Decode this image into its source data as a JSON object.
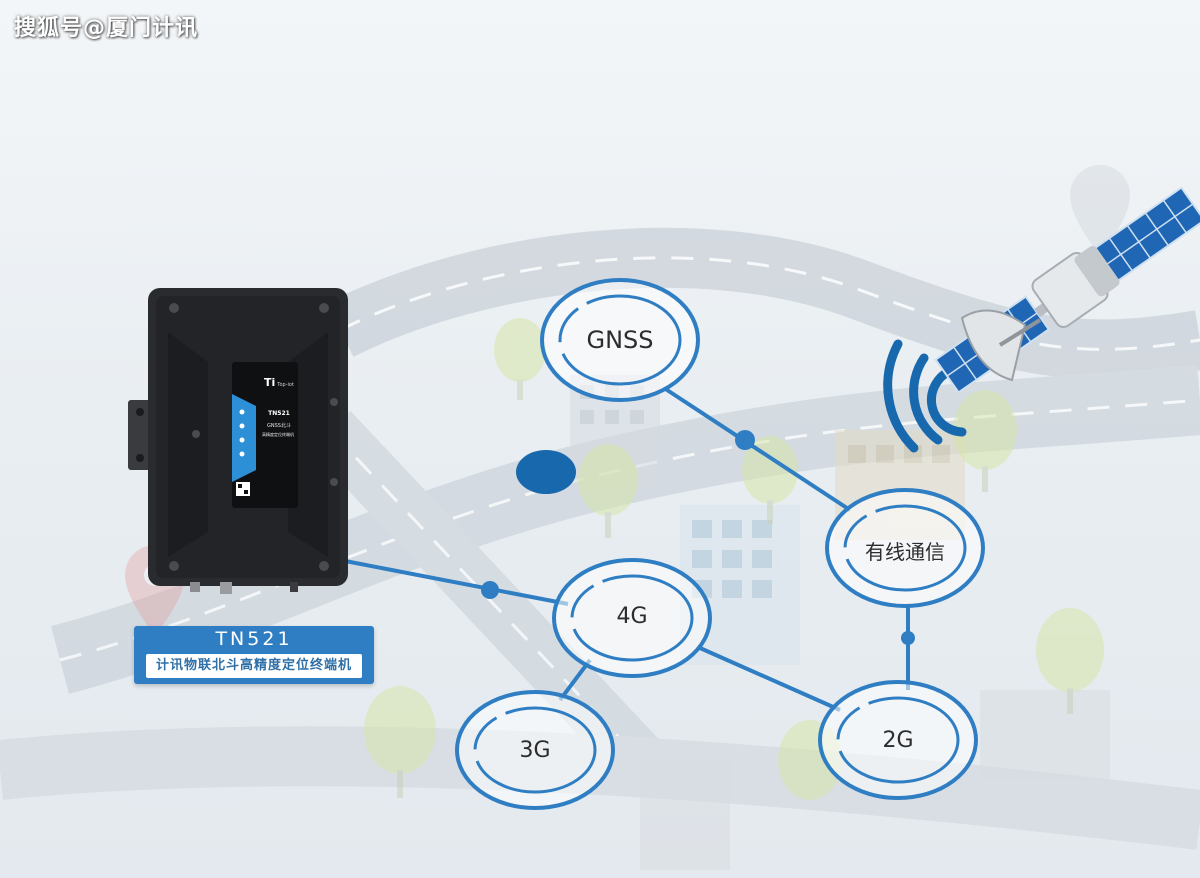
{
  "watermark": "搜狐号@厦门计讯",
  "colors": {
    "network_blue": "#2f7ec3",
    "device_body": "#2a2b2e",
    "device_accent": "#2d8fd6"
  },
  "nodes": {
    "gnss": "GNSS",
    "wired": "有线通信",
    "g4": "4G",
    "g3": "3G",
    "g2": "2G"
  },
  "device": {
    "brand": "Top-iot",
    "model": "TN521",
    "subtitle": "GNSS北斗",
    "desc": "高精度定位终端机"
  },
  "caption": {
    "title": "TN521",
    "subtitle": "计讯物联北斗高精度定位终端机"
  },
  "icons": [
    "satellite-icon",
    "signal-waves-icon",
    "map-pin-icon",
    "tree-icon",
    "building-icon"
  ]
}
